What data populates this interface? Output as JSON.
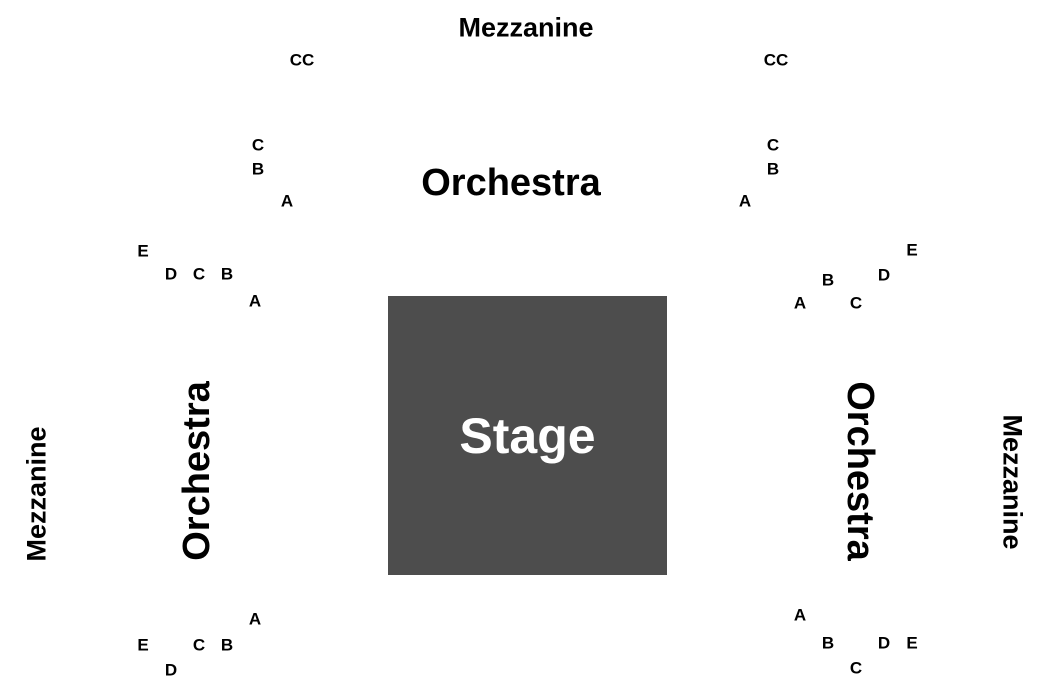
{
  "stage": {
    "label": "Stage",
    "color": "#4d4d4d"
  },
  "sections": {
    "mezzanine_top": "Mezzanine",
    "mezzanine_left": "Mezzanine",
    "mezzanine_right": "Mezzanine",
    "orchestra_top": "Orchestra",
    "orchestra_left": "Orchestra",
    "orchestra_right": "Orchestra"
  },
  "rows": {
    "top_left": [
      "CC",
      "C",
      "B",
      "A"
    ],
    "top_right": [
      "CC",
      "C",
      "B",
      "A"
    ],
    "left_upper": [
      "E",
      "D",
      "C",
      "B",
      "A"
    ],
    "left_lower": [
      "A",
      "E",
      "C",
      "B",
      "D"
    ],
    "right_upper": [
      "E",
      "B",
      "D",
      "A",
      "C"
    ],
    "right_lower": [
      "A",
      "B",
      "D",
      "E",
      "C"
    ]
  }
}
